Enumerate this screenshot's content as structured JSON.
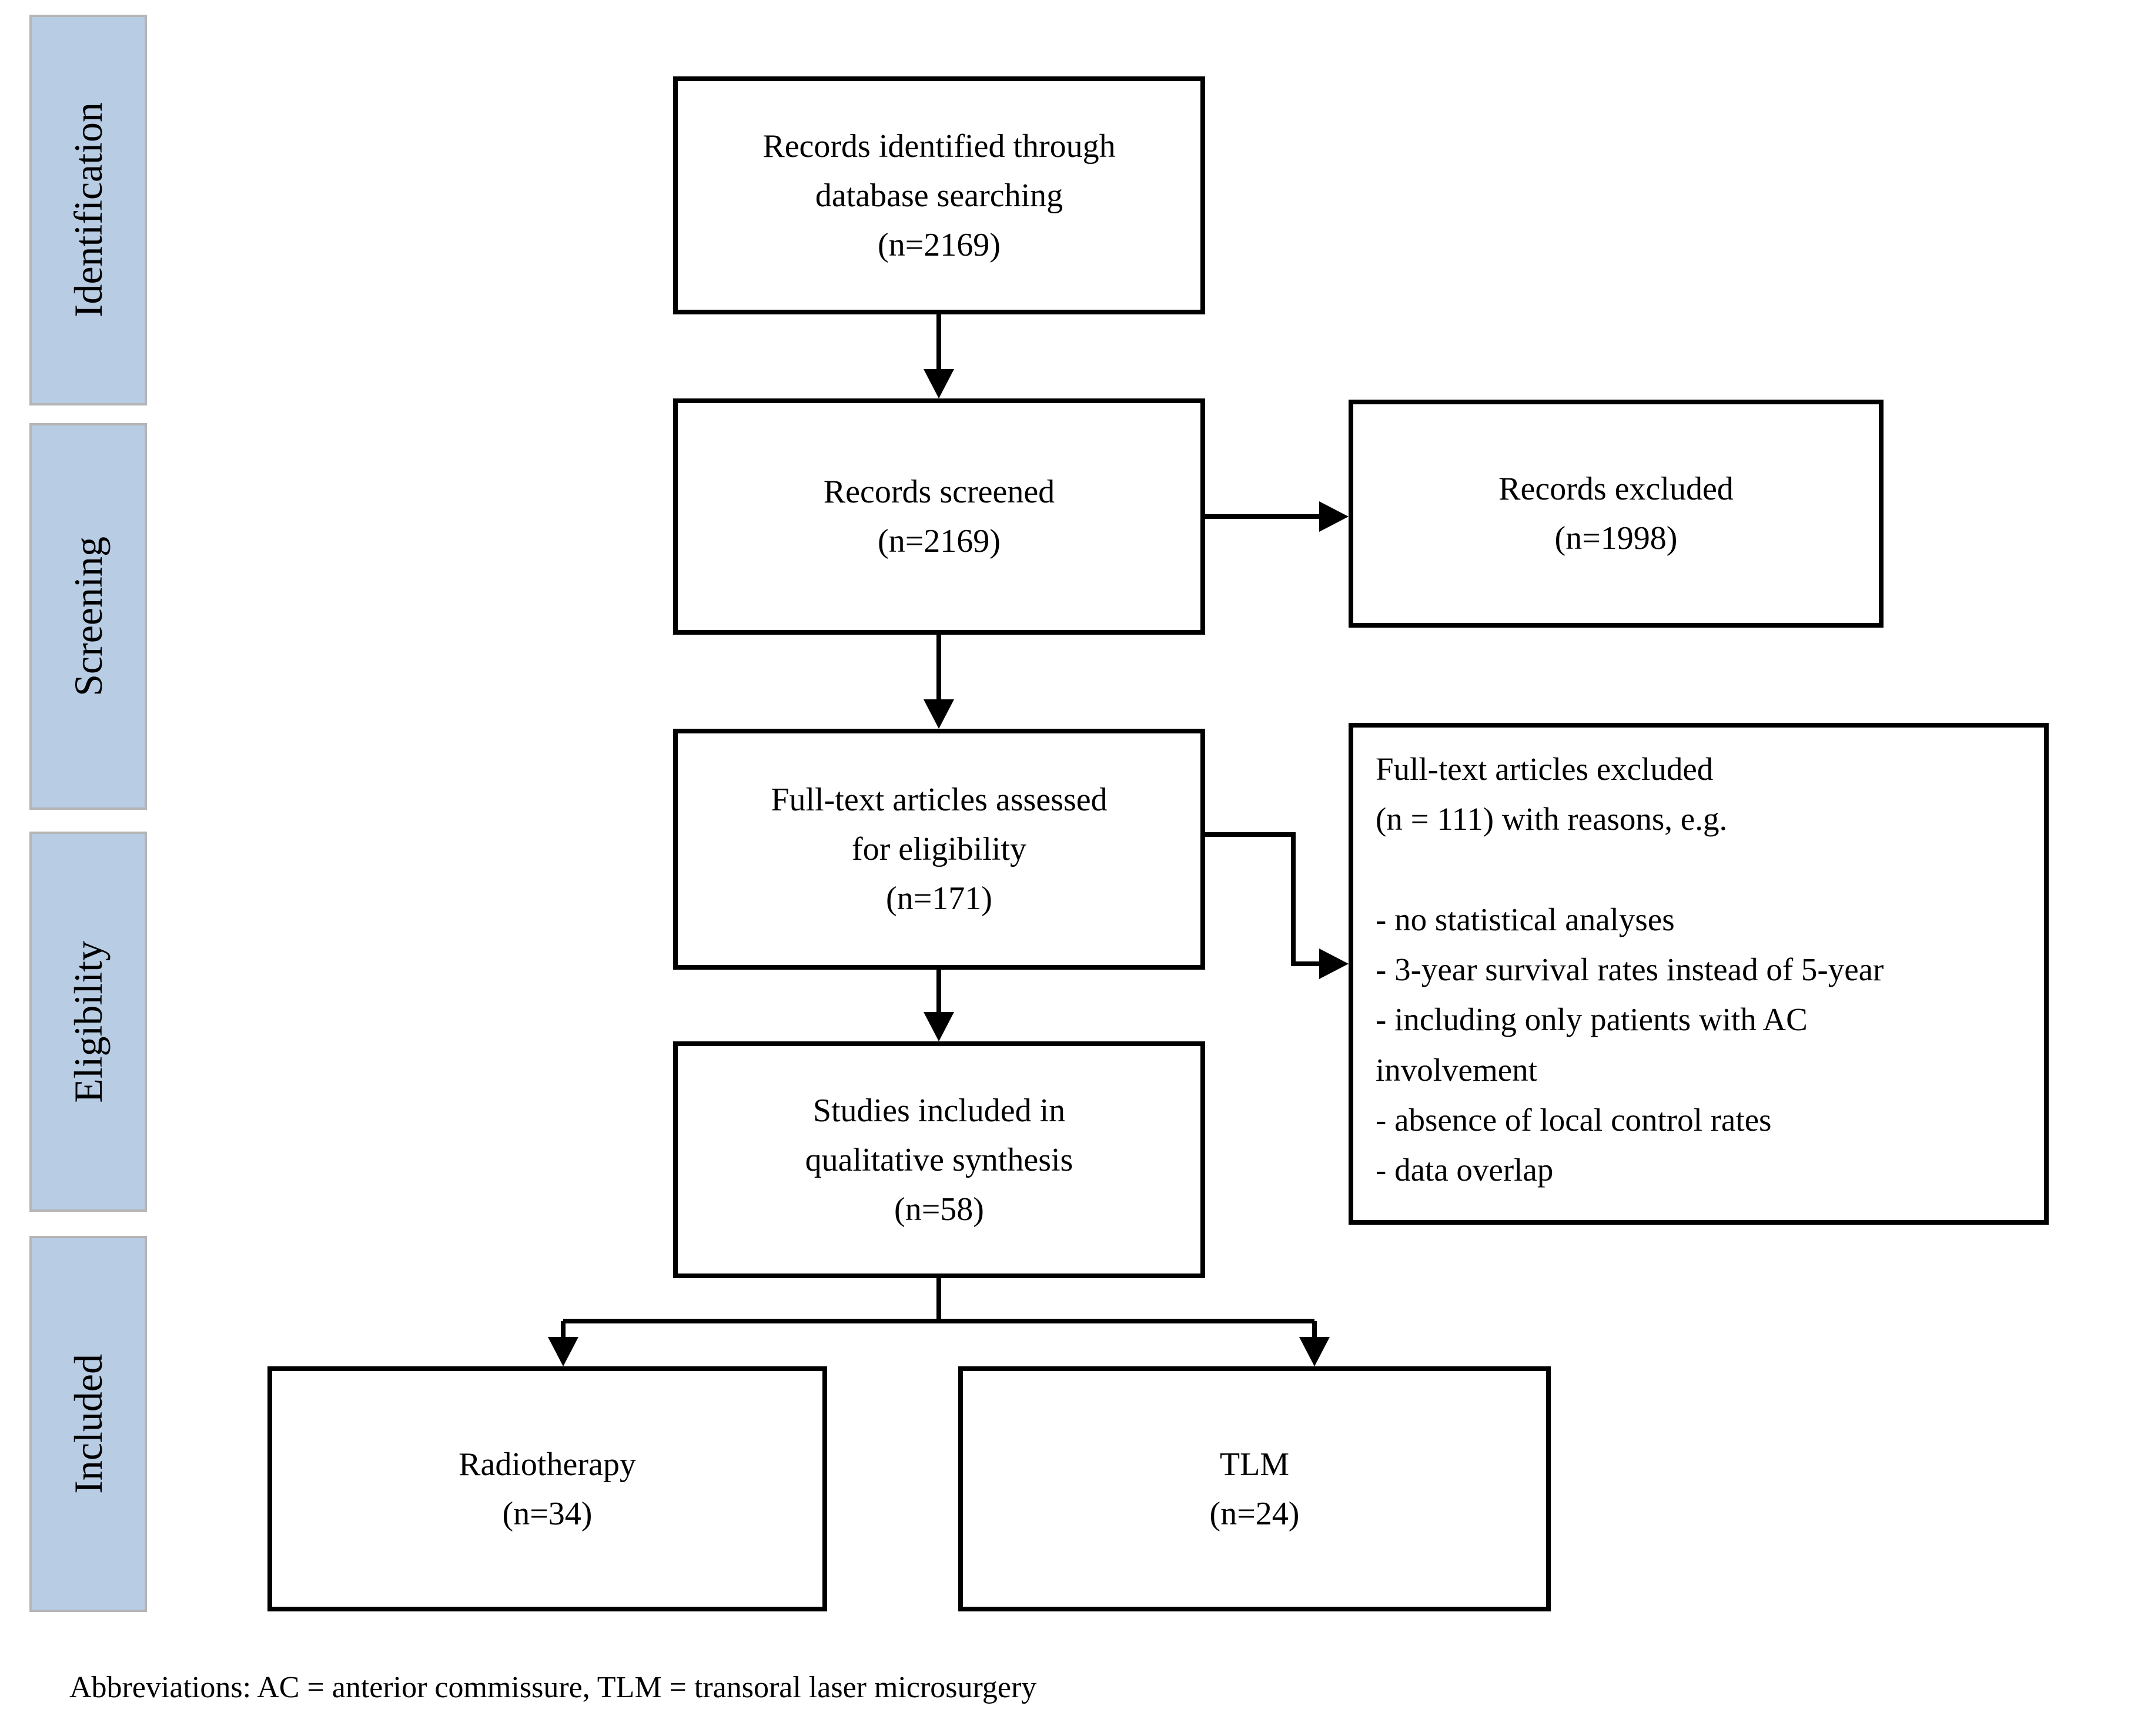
{
  "sidebar": {
    "fill_color": "#b8cce4",
    "border_color": "#b5b5b5",
    "stages": [
      {
        "label": "Identification"
      },
      {
        "label": "Screening"
      },
      {
        "label": "Eligibility"
      },
      {
        "label": "Included"
      }
    ]
  },
  "flow": {
    "records_identified": "Records identified through\ndatabase searching\n(n=2169)",
    "records_screened": "Records screened\n(n=2169)",
    "records_excluded": "Records excluded\n(n=1998)",
    "fulltext_assessed": "Full-text articles assessed\nfor eligibility\n(n=171)",
    "fulltext_excluded": "Full-text articles excluded\n(n = 111) with reasons, e.g.\n\n- no statistical analyses\n- 3-year survival rates instead of 5-year\n- including only patients with AC\ninvolvement\n- absence of local control rates\n- data overlap",
    "studies_included": "Studies included in\nqualitative synthesis\n(n=58)",
    "radiotherapy": "Radiotherapy\n(n=34)",
    "tlm": "TLM\n(n=24)"
  },
  "footer": {
    "abbreviations": "Abbreviations: AC = anterior commissure, TLM = transoral laser microsurgery"
  },
  "colors": {
    "line": "#000000",
    "text": "#000000",
    "background": "#ffffff"
  }
}
